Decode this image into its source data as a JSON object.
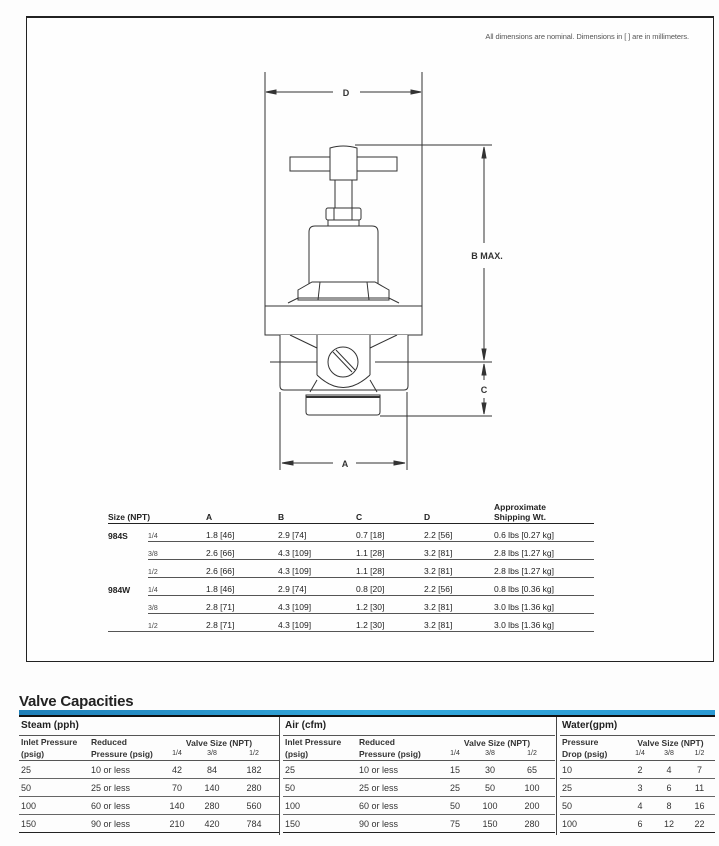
{
  "note": "All dimensions are nominal. Dimensions in [ ] are in millimeters.",
  "drawing": {
    "labels": {
      "d": "D",
      "b": "B MAX.",
      "c": "C",
      "a": "A"
    }
  },
  "dimensions_table": {
    "headers": {
      "size": "Size (NPT)",
      "a": "A",
      "b": "B",
      "c": "C",
      "d": "D",
      "weight_line1": "Approximate",
      "weight_line2": "Shipping Wt."
    },
    "rows": [
      {
        "model": "984S",
        "size": "1/4",
        "a": "1.8 [46]",
        "b": "2.9 [74]",
        "c": "0.7 [18]",
        "d": "2.2 [56]",
        "weight": "0.6 lbs [0.27 kg]"
      },
      {
        "model": "",
        "size": "3/8",
        "a": "2.6 [66]",
        "b": "4.3 [109]",
        "c": "1.1 [28]",
        "d": "3.2 [81]",
        "weight": "2.8 lbs [1.27 kg]"
      },
      {
        "model": "",
        "size": "1/2",
        "a": "2.6 [66]",
        "b": "4.3 [109]",
        "c": "1.1 [28]",
        "d": "3.2 [81]",
        "weight": "2.8 lbs [1.27 kg]"
      },
      {
        "model": "984W",
        "size": "1/4",
        "a": "1.8 [46]",
        "b": "2.9 [74]",
        "c": "0.8 [20]",
        "d": "2.2 [56]",
        "weight": "0.8 lbs [0.36 kg]"
      },
      {
        "model": "",
        "size": "3/8",
        "a": "2.8 [71]",
        "b": "4.3 [109]",
        "c": "1.2 [30]",
        "d": "3.2 [81]",
        "weight": "3.0 lbs [1.36 kg]"
      },
      {
        "model": "",
        "size": "1/2",
        "a": "2.8 [71]",
        "b": "4.3 [109]",
        "c": "1.2 [30]",
        "d": "3.2 [81]",
        "weight": "3.0 lbs [1.36 kg]"
      }
    ]
  },
  "valve_capacities": {
    "title": "Valve Capacities",
    "steam": {
      "title": "Steam (pph)",
      "col1_l1": "Inlet Pressure",
      "col1_l2": "(psig)",
      "col2_l1": "Reduced",
      "col2_l2": "Pressure (psig)",
      "valve_size": "Valve Size (NPT)",
      "sizes": [
        "1/4",
        "3/8",
        "1/2"
      ],
      "rows": [
        {
          "inlet": "25",
          "reduced": "10 or less",
          "v": [
            "42",
            "84",
            "182"
          ]
        },
        {
          "inlet": "50",
          "reduced": "25 or less",
          "v": [
            "70",
            "140",
            "280"
          ]
        },
        {
          "inlet": "100",
          "reduced": "60 or less",
          "v": [
            "140",
            "280",
            "560"
          ]
        },
        {
          "inlet": "150",
          "reduced": "90 or less",
          "v": [
            "210",
            "420",
            "784"
          ]
        }
      ]
    },
    "air": {
      "title": "Air (cfm)",
      "col1_l1": "Inlet Pressure",
      "col1_l2": "(psig)",
      "col2_l1": "Reduced",
      "col2_l2": "Pressure (psig)",
      "valve_size": "Valve Size (NPT)",
      "sizes": [
        "1/4",
        "3/8",
        "1/2"
      ],
      "rows": [
        {
          "inlet": "25",
          "reduced": "10 or less",
          "v": [
            "15",
            "30",
            "65"
          ]
        },
        {
          "inlet": "50",
          "reduced": "25 or less",
          "v": [
            "25",
            "50",
            "100"
          ]
        },
        {
          "inlet": "100",
          "reduced": "60 or less",
          "v": [
            "50",
            "100",
            "200"
          ]
        },
        {
          "inlet": "150",
          "reduced": "90 or less",
          "v": [
            "75",
            "150",
            "280"
          ]
        }
      ]
    },
    "water": {
      "title": "Water(gpm)",
      "col1_l1": "Pressure",
      "col1_l2": "Drop (psig)",
      "valve_size": "Valve Size (NPT)",
      "sizes": [
        "1/4",
        "3/8",
        "1/2"
      ],
      "rows": [
        {
          "drop": "10",
          "v": [
            "2",
            "4",
            "7"
          ]
        },
        {
          "drop": "25",
          "v": [
            "3",
            "6",
            "11"
          ]
        },
        {
          "drop": "50",
          "v": [
            "4",
            "8",
            "16"
          ]
        },
        {
          "drop": "100",
          "v": [
            "6",
            "12",
            "22"
          ]
        }
      ]
    }
  }
}
